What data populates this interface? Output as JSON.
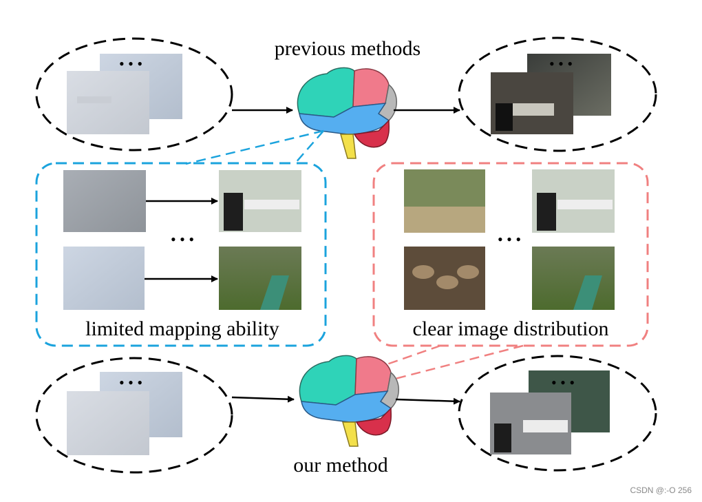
{
  "labels": {
    "top_title": "previous methods",
    "bottom_title": "our method",
    "left_box_caption": "limited mapping ability",
    "right_box_caption": "clear image distribution",
    "ellipsis": "• • •",
    "watermark": "CSDN @:-O   256"
  },
  "colors": {
    "left_box": "#1ba3dd",
    "right_box": "#f08080",
    "arrow": "#000000",
    "ellipse_stroke": "#000000"
  },
  "icons": {
    "brain": "brain-icon",
    "hazy_image": "hazy-image-thumbnail",
    "clear_image": "clear-image-thumbnail"
  }
}
